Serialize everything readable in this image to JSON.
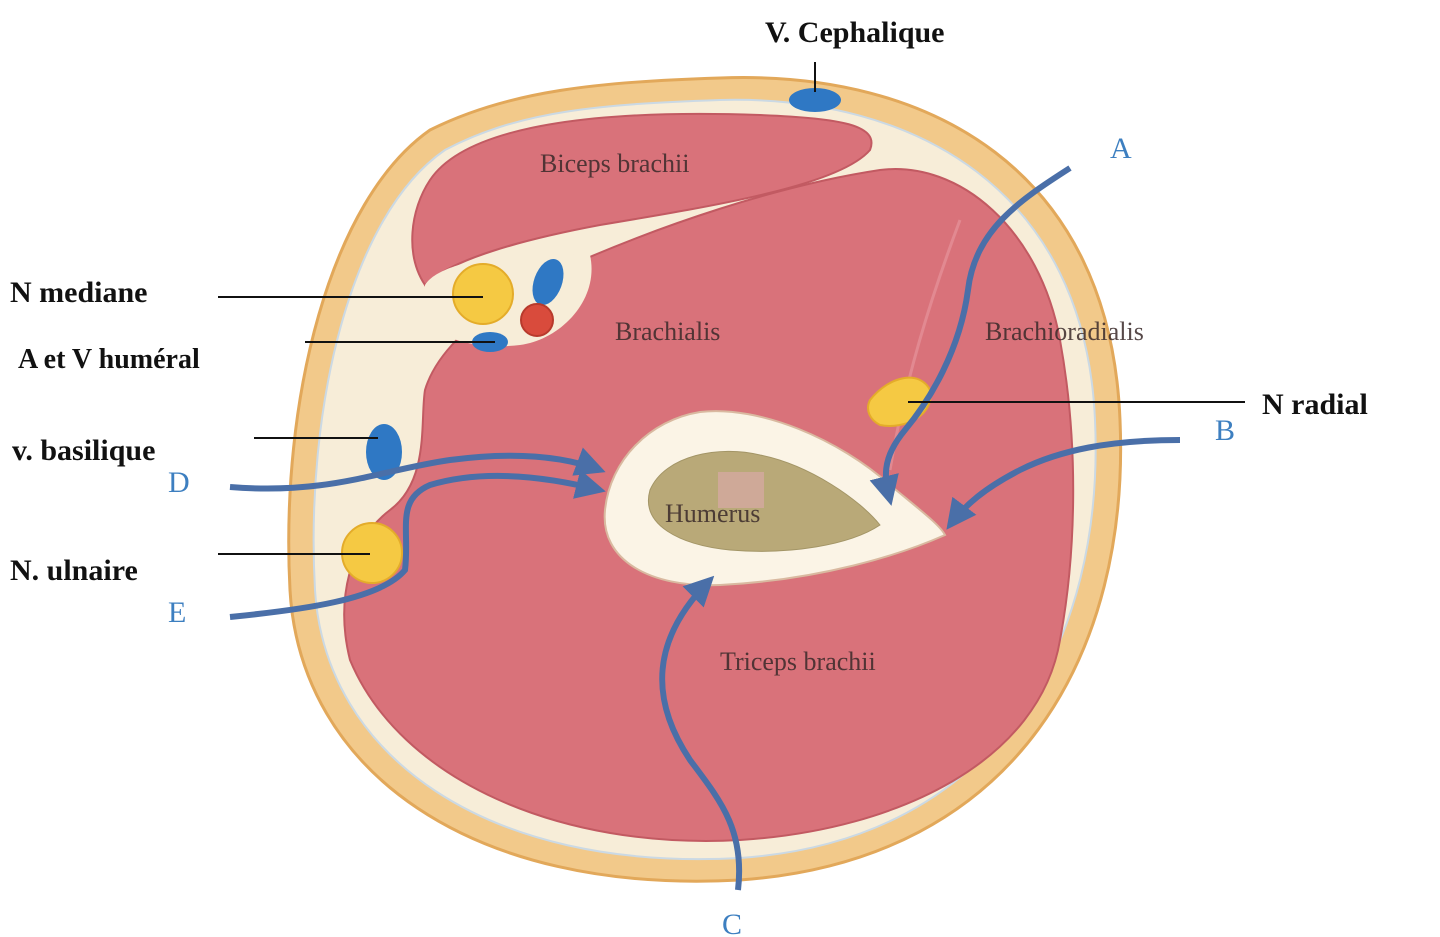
{
  "labels": {
    "cephalique": "V. Cephalique",
    "median": "N mediane",
    "humeral": "A et V huméral",
    "basilique": "v. basilique",
    "ulnaire": "N. ulnaire",
    "radial": "N radial"
  },
  "muscles": {
    "biceps": "Biceps brachii",
    "brachialis": "Brachialis",
    "brachioradialis": "Brachioradialis",
    "triceps": "Triceps brachii",
    "humerus": "Humerus"
  },
  "approaches": {
    "a": "A",
    "b": "B",
    "c": "C",
    "d": "D",
    "e": "E"
  },
  "colors": {
    "skin": "#f2c98a",
    "fat": "#f7edd8",
    "muscle": "#d9727a",
    "bone": "#fbf4e6",
    "marrow": "#b9a978",
    "nerve": "#f5c943",
    "vein": "#2f78c4",
    "artery": "#d94b3c",
    "approach_arrow": "#4a6fa8"
  }
}
